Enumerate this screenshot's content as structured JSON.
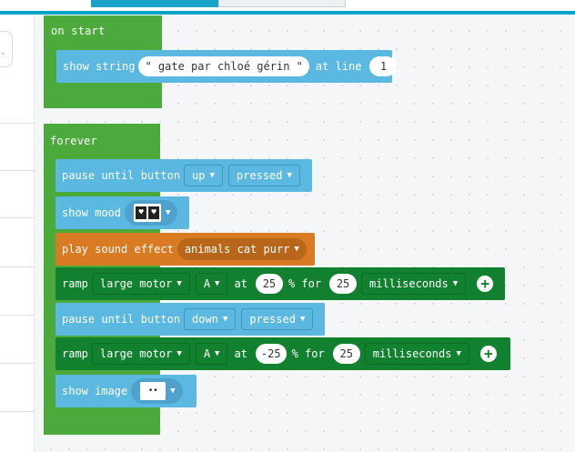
{
  "colors": {
    "accent": "#00a4c8",
    "events_green": "#4caa3c",
    "basic_blue": "#5bb8e0",
    "music_orange": "#d87b22",
    "motors_green": "#11802f"
  },
  "on_start": {
    "label": "on start",
    "show_string": {
      "label": "show string",
      "value": "\" gate par chloé gérin \"",
      "at_line_label": "at line",
      "line": "1"
    }
  },
  "forever": {
    "label": "forever",
    "pause_until_1": {
      "label": "pause until button",
      "button": "up",
      "state": "pressed"
    },
    "show_mood": {
      "label": "show mood",
      "icon": "heart-eyes-mood-icon"
    },
    "play_sound": {
      "label": "play sound effect",
      "effect": "animals cat purr"
    },
    "ramp_1": {
      "label": "ramp",
      "motor": "large motor",
      "port": "A",
      "at_label": "at",
      "speed": "25",
      "percent_for_label": "% for",
      "duration": "25",
      "unit": "milliseconds"
    },
    "pause_until_2": {
      "label": "pause until button",
      "button": "down",
      "state": "pressed"
    },
    "ramp_2": {
      "label": "ramp",
      "motor": "large motor",
      "port": "A",
      "at_label": "at",
      "speed": "-25",
      "percent_for_label": "% for",
      "duration": "25",
      "unit": "milliseconds"
    },
    "show_image": {
      "label": "show image",
      "icon": "sad-face-image-icon"
    }
  }
}
